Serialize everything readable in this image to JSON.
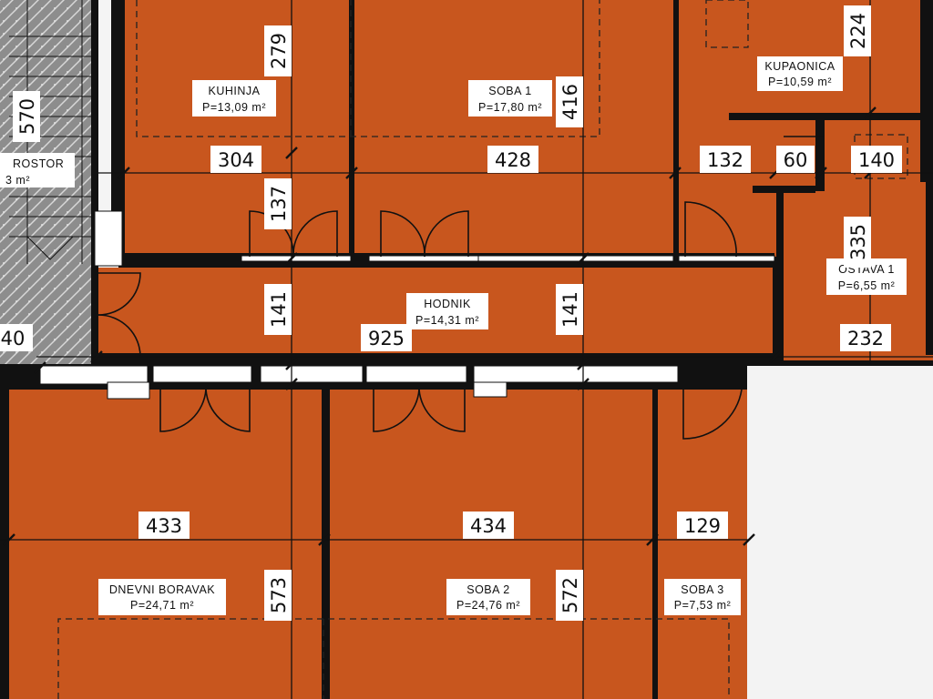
{
  "colors": {
    "room_fill": "#C8561E",
    "wall": "#111111",
    "white_area": "#F5F5F5",
    "stair": "#8A8A8A"
  },
  "rooms": {
    "kuhinja": {
      "name": "KUHINJA",
      "area": "P=13,09 m²"
    },
    "soba1": {
      "name": "SOBA 1",
      "area": "P=17,80 m²"
    },
    "kupaonica": {
      "name": "KUPAONICA",
      "area": "P=10,59 m²"
    },
    "ostava1": {
      "name": "OSTAVA 1",
      "area": "P=6,55 m²"
    },
    "hodnik": {
      "name": "HODNIK",
      "area": "P=14,31 m²"
    },
    "dnevni": {
      "name": "DNEVNI BORAVAK",
      "area": "P=24,71 m²"
    },
    "soba2": {
      "name": "SOBA 2",
      "area": "P=24,76 m²"
    },
    "soba3": {
      "name": "SOBA 3",
      "area": "P=7,53 m²"
    },
    "prostor": {
      "name": "ROSTOR",
      "area": "3 m²"
    }
  },
  "dims": {
    "d304": "304",
    "d428": "428",
    "d132": "132",
    "d60": "60",
    "d140": "140",
    "d925": "925",
    "d232": "232",
    "d433": "433",
    "d434": "434",
    "d129": "129",
    "d40": "40",
    "v279": "279",
    "v416": "416",
    "v224": "224",
    "v570": "570",
    "v137": "137",
    "v141a": "141",
    "v141b": "141",
    "v335": "335",
    "v573": "573",
    "v572": "572"
  }
}
